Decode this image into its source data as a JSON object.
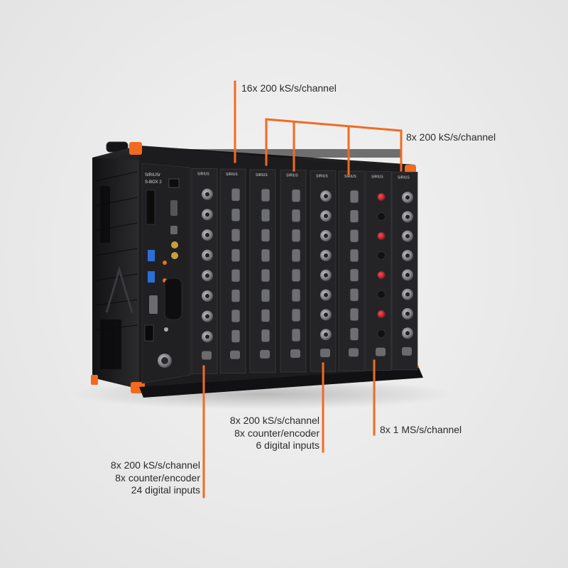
{
  "device": {
    "brand": "SIRIUSr",
    "model": "S-BOX 2",
    "slot_label": "SIRIUS"
  },
  "callouts": {
    "top_left": {
      "lines": [
        "16x 200 kS/s/channel"
      ]
    },
    "top_right": {
      "lines": [
        "8x 200 kS/s/channel"
      ]
    },
    "bottom_left": {
      "lines": [
        "8x 200 kS/s/channel",
        "8x counter/encoder",
        "24 digital inputs"
      ]
    },
    "bottom_mid": {
      "lines": [
        "8x 200 kS/s/channel",
        "8x counter/encoder",
        "6 digital inputs"
      ]
    },
    "bottom_right": {
      "lines": [
        "8x 1 MS/s/channel"
      ]
    }
  },
  "colors": {
    "accent": "#f26a21",
    "chassis": "#1c1c1e",
    "panel": "#242427",
    "connector": "#8f9094",
    "banana_red": "#c0121b",
    "text": "#2a2a2a",
    "background": "#ececec"
  }
}
